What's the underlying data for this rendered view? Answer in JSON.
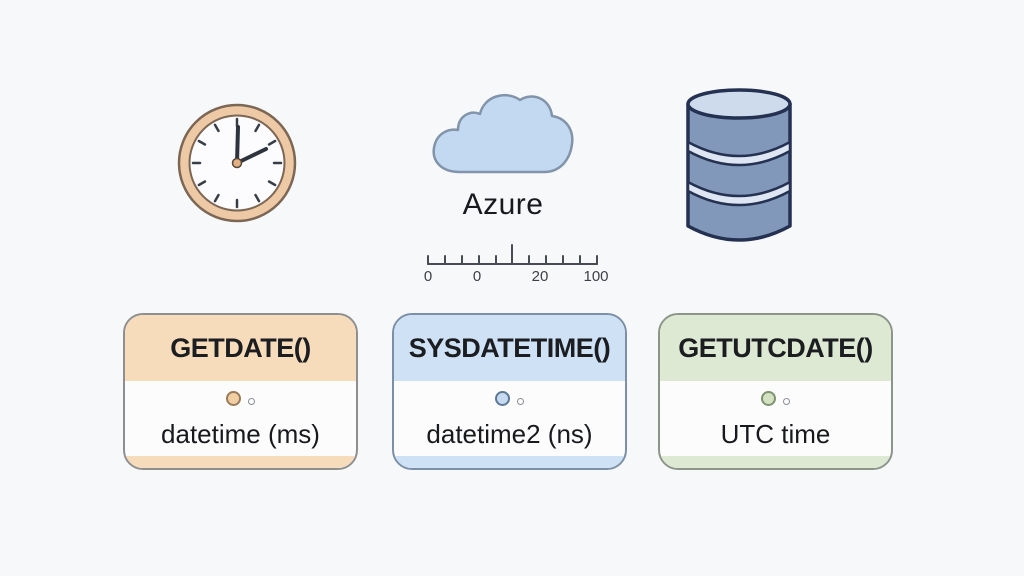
{
  "canvas": {
    "background": "#f7f8fa"
  },
  "icons": {
    "clock": {
      "name": "clock-icon",
      "time_shown": "2:00",
      "rim_fill": "#eec9a6",
      "rim_outline": "#7c6654",
      "face_fill": "#fcfcfe",
      "tick_color": "#383e47",
      "hand_color": "#2e343d",
      "hub_fill": "#e2b084",
      "hub_outline": "#544838"
    },
    "cloud": {
      "name": "azure-cloud-icon",
      "label": "Azure",
      "fill": "#c3d9f2",
      "outline": "#8294aa",
      "text_color": "#17191c"
    },
    "database": {
      "name": "database-icon",
      "body_fill": "#8298bb",
      "top_fill": "#cddbec",
      "band_fill": "#dde6f2",
      "outline": "#253150"
    }
  },
  "ruler": {
    "name": "timeline-ruler",
    "color": "#474c54",
    "label_color": "#3c4148",
    "labels": [
      "0",
      "0",
      "20",
      "100"
    ]
  },
  "cards": [
    {
      "title": "GETDATE()",
      "subtitle": "datetime (ms)",
      "header_bg": "#f6dcba",
      "border": "#8f8f8f",
      "dot_fill": "#f0cfa4",
      "dot_border": "#9b7a58"
    },
    {
      "title": "SYSDATETIME()",
      "subtitle": "datetime2 (ns)",
      "header_bg": "#cfe2f5",
      "border": "#7b90a7",
      "dot_fill": "#c6daf0",
      "dot_border": "#5d7894"
    },
    {
      "title": "GETUTCDATE()",
      "subtitle": "UTC time",
      "header_bg": "#dde9d2",
      "border": "#8d948a",
      "dot_fill": "#d3e2c2",
      "dot_border": "#7d9370"
    }
  ]
}
